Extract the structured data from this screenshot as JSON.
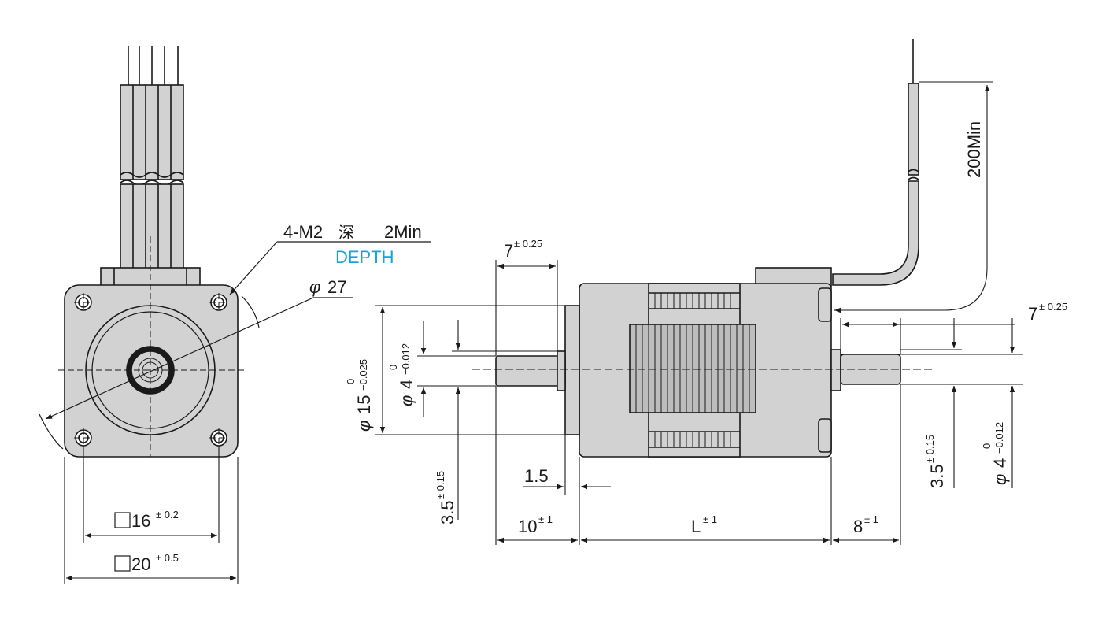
{
  "callout": {
    "thread": "4-M2",
    "depth_cjk": "深",
    "depth_value": "2Min",
    "depth_en": "DEPTH"
  },
  "front_view": {
    "pilot_dia": {
      "prefix": "φ",
      "value": "27"
    },
    "inner_square": {
      "value": "16",
      "tol": "± 0.2"
    },
    "outer_square": {
      "value": "20",
      "tol": "± 0.5"
    }
  },
  "side_view": {
    "flange_dia": {
      "prefix": "φ",
      "value": "15",
      "upper": "0",
      "lower": "−0.025"
    },
    "shaft_dia_front": {
      "prefix": "φ",
      "value": "4",
      "upper": "0",
      "lower": "−0.012"
    },
    "flat_front": {
      "value": "3.5",
      "tol": "± 0.15"
    },
    "flat_len_front": {
      "value": "7",
      "tol": "± 0.25"
    },
    "flange_thk": {
      "value": "1.5"
    },
    "shaft_len_front": {
      "value": "10",
      "tol": "± 1"
    },
    "body_len": {
      "value": "L",
      "tol": "± 1"
    },
    "shaft_len_rear": {
      "value": "8",
      "tol": "± 1"
    },
    "flat_len_rear": {
      "value": "7",
      "tol": "± 0.25"
    },
    "flat_rear": {
      "value": "3.5",
      "tol": "± 0.15"
    },
    "shaft_dia_rear": {
      "prefix": "φ",
      "value": "4",
      "upper": "0",
      "lower": "−0.012"
    },
    "lead_len": {
      "value": "200Min"
    }
  },
  "colors": {
    "ink": "#1a1a1a",
    "body_fill": "#d2d2d2",
    "accent": "#1aa3d8"
  }
}
